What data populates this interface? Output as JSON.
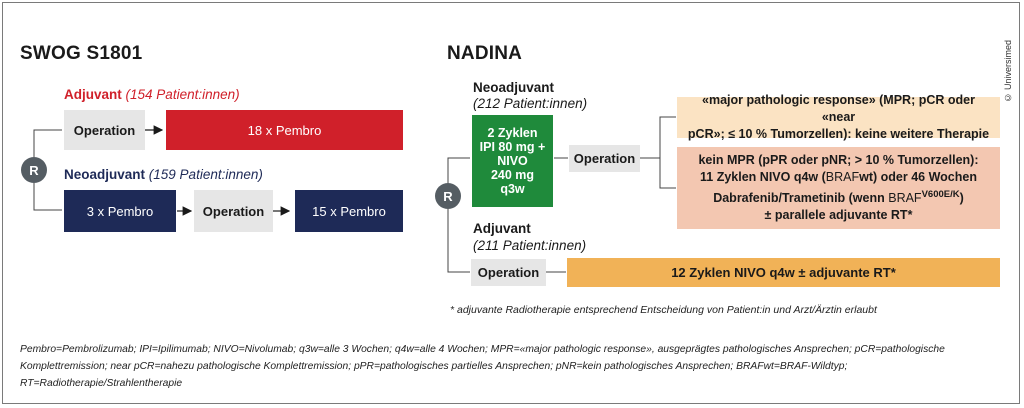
{
  "swog": {
    "title": "SWOG S1801",
    "randomization": "R",
    "adjuvant_label": "Adjuvant",
    "adjuvant_count": "(154 Patient:innen)",
    "adjuvant_operation": "Operation",
    "adjuvant_pembro": "18 x Pembro",
    "neoadjuvant_label": "Neoadjuvant",
    "neoadjuvant_count": "(159 Patient:innen)",
    "neo_pembro_pre": "3 x Pembro",
    "neo_operation": "Operation",
    "neo_pembro_post": "15 x Pembro"
  },
  "nadina": {
    "title": "NADINA",
    "randomization": "R",
    "neoadjuvant_label": "Neoadjuvant",
    "neoadjuvant_count": "(212 Patient:innen)",
    "neo_treatment_line1": "2 Zyklen",
    "neo_treatment_line2": "IPI 80 mg +",
    "neo_treatment_line3": "NIVO",
    "neo_treatment_line4": "240 mg",
    "neo_treatment_line5": "q3w",
    "neo_operation": "Operation",
    "mpr_line1": "«major pathologic response» (MPR; pCR oder «near",
    "mpr_line2": "pCR»; ≤ 10 % Tumorzellen): keine weitere Therapie",
    "nompr_line1": "kein MPR (pPR oder pNR; > 10 % Tumorzellen):",
    "nompr_line2_a": "11 Zyklen NIVO q4w (",
    "nompr_line2_b": "BRAF",
    "nompr_line2_c": "wt) oder 46 Wochen",
    "nompr_line3_a": "Dabrafenib/Trametinib (wenn ",
    "nompr_line3_b": "BRAF",
    "nompr_line3_sup": "V600E/K",
    "nompr_line3_c": ")",
    "nompr_line4": "± parallele adjuvante RT*",
    "adjuvant_label": "Adjuvant",
    "adjuvant_count": "(211 Patient:innen)",
    "adj_operation": "Operation",
    "adj_treatment": "12 Zyklen NIVO q4w ± adjuvante RT*"
  },
  "footnote": "* adjuvante Radiotherapie entsprechend Entscheidung von Patient:in und Arzt/Ärztin erlaubt",
  "abbreviations": "Pembro=Pembrolizumab; IPI=Ipilimumab; NIVO=Nivolumab; q3w=alle 3 Wochen; q4w=alle 4 Wochen; MPR=«major pathologic response», ausgeprägtes pathologisches Ansprechen; pCR=pathologische Komplettremission; near pCR=nahezu pathologische Komplettremission; pPR=pathologisches partielles Ansprechen; pNR=kein pathologisches Ansprechen; BRAFwt=BRAF-Wildtyp; RT=Radiotherapie/Strahlentherapie",
  "copyright": "© Universimed",
  "colors": {
    "red": "#d0202a",
    "navy": "#1e2a57",
    "green": "#1f8a3b",
    "cream": "#fbe3c3",
    "salmon": "#f3c7b1",
    "orange": "#f1b257",
    "gray": "#e6e6e6",
    "adjuvant_label": "#d0202a",
    "neoadjuvant_label": "#1e2a57"
  },
  "icons": [
    "arrow-right-icon"
  ]
}
